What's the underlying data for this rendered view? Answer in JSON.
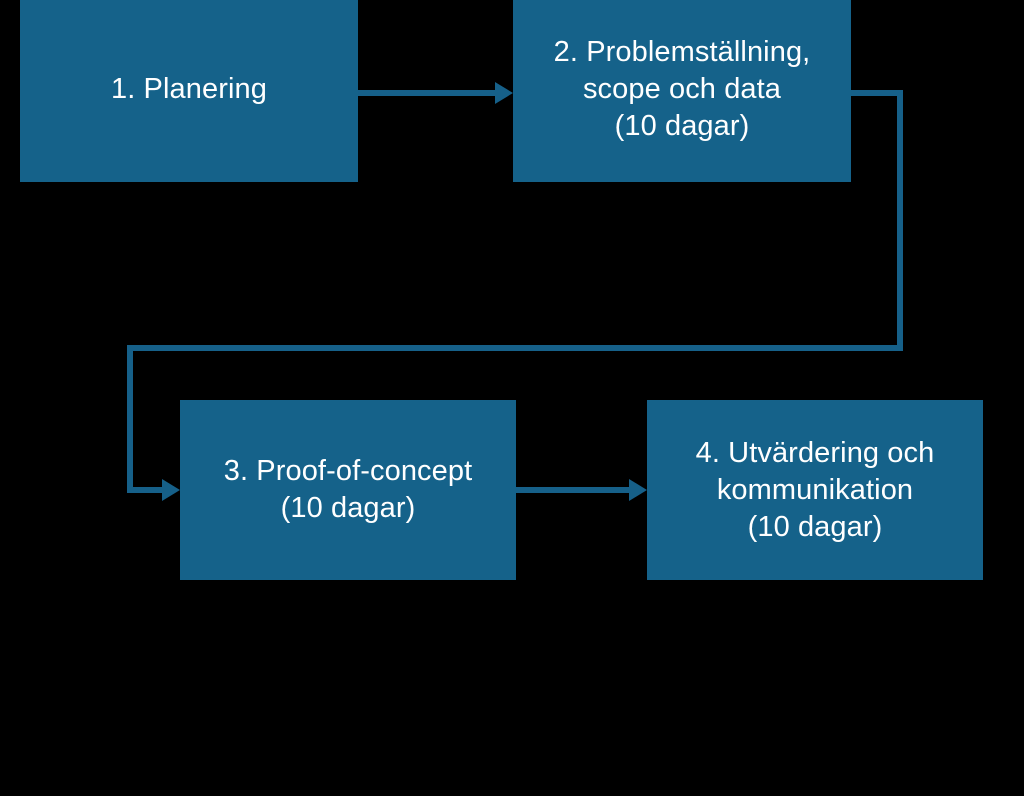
{
  "diagram": {
    "type": "flowchart",
    "orientation": "left-to-right, wrapping to second row",
    "background_color": "#000000",
    "node_fill_color": "#15628A",
    "node_text_color": "#FFFFFF",
    "connector_color": "#166089",
    "nodes": [
      {
        "id": "node-1",
        "name": "planering",
        "label": "1. Planering",
        "duration_note": ""
      },
      {
        "id": "node-2",
        "name": "problemstallning-scope-och-data",
        "label": "2. Problemställning,\nscope och data\n(10 dagar)",
        "duration_note": "(10 dagar)"
      },
      {
        "id": "node-3",
        "name": "proof-of-concept",
        "label": "3. Proof-of-concept\n(10 dagar)",
        "duration_note": "(10 dagar)"
      },
      {
        "id": "node-4",
        "name": "utvardering-och-kommunikation",
        "label": "4. Utvärdering och\nkommunikation\n(10 dagar)",
        "duration_note": "(10 dagar)"
      }
    ],
    "connectors": [
      {
        "id": "c12",
        "from": "node-1",
        "to": "node-2",
        "style": "straight-arrow"
      },
      {
        "id": "c23",
        "from": "node-2",
        "to": "node-3",
        "style": "elbow-arrow"
      },
      {
        "id": "c34",
        "from": "node-3",
        "to": "node-4",
        "style": "straight-arrow"
      }
    ]
  }
}
